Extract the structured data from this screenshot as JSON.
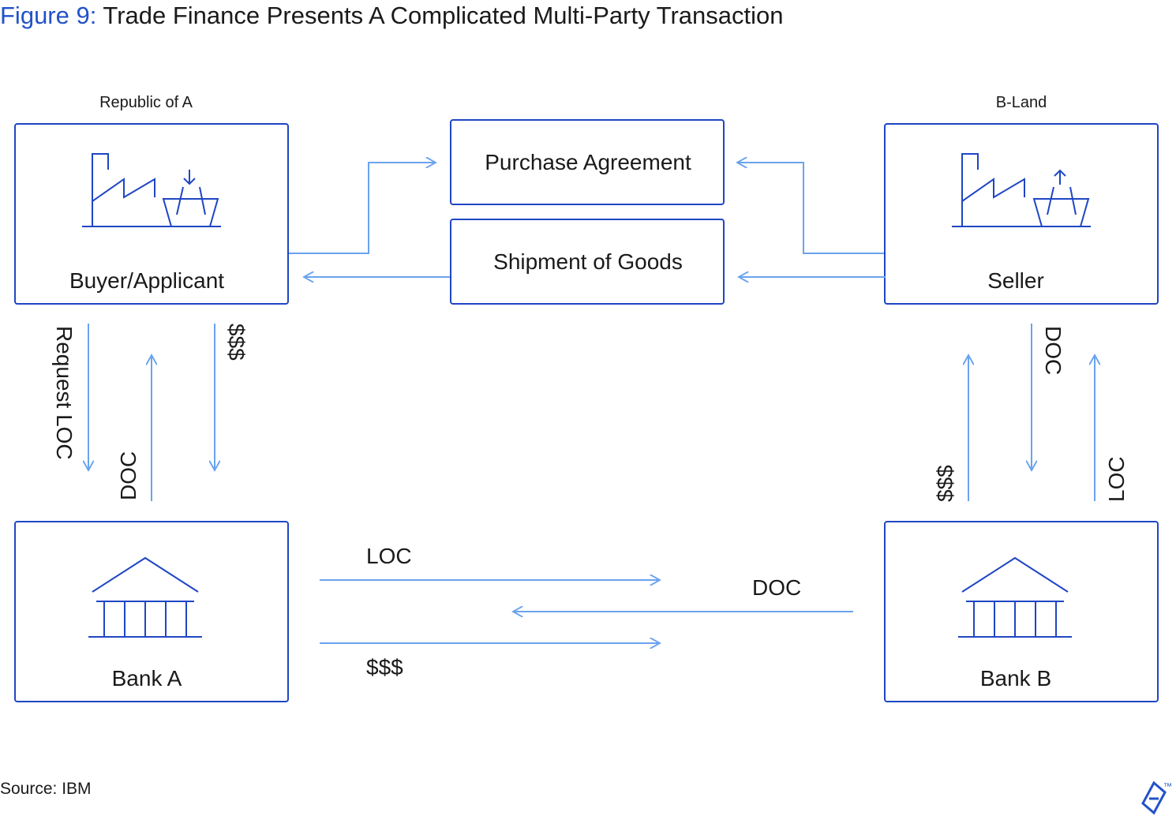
{
  "title": {
    "figure_number": "Figure 9:",
    "text": "Trade Finance Presents A Complicated Multi-Party Transaction"
  },
  "regions": {
    "left": "Republic of A",
    "right": "B-Land"
  },
  "nodes": {
    "buyer": "Buyer/Applicant",
    "seller": "Seller",
    "bank_a": "Bank A",
    "bank_b": "Bank B",
    "purchase_agreement": "Purchase Agreement",
    "shipment": "Shipment of Goods"
  },
  "flows": {
    "buyer_to_bank_a_request": "Request LOC",
    "bank_a_to_buyer_doc": "DOC",
    "buyer_to_bank_a_money": "$$$",
    "seller_to_bank_b_doc": "DOC",
    "bank_b_to_seller_money": "$$$",
    "bank_b_to_seller_loc": "LOC",
    "bank_a_to_bank_b_loc": "LOC",
    "bank_b_to_bank_a_doc": "DOC",
    "bank_a_to_bank_b_money": "$$$"
  },
  "source": "Source:  IBM",
  "colors": {
    "box_stroke": "#1f46c4",
    "flow_arrow": "#6aa3ee",
    "title_accent": "#2252c9"
  },
  "icons": [
    "factory-icon",
    "basket-icon",
    "bank-icon",
    "toptal-logo"
  ]
}
